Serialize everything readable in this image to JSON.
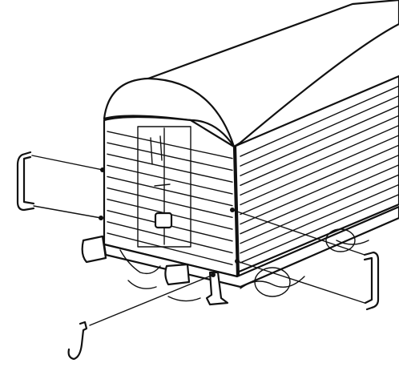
{
  "figure": {
    "subject": "freight-wagon-end-view",
    "parts": [
      "left-grab-handle",
      "right-grab-handle",
      "coupling-hook",
      "buffers",
      "end-door",
      "roof",
      "side-planking",
      "step"
    ],
    "colors": {
      "line": "#111111",
      "background": "#ffffff"
    }
  }
}
